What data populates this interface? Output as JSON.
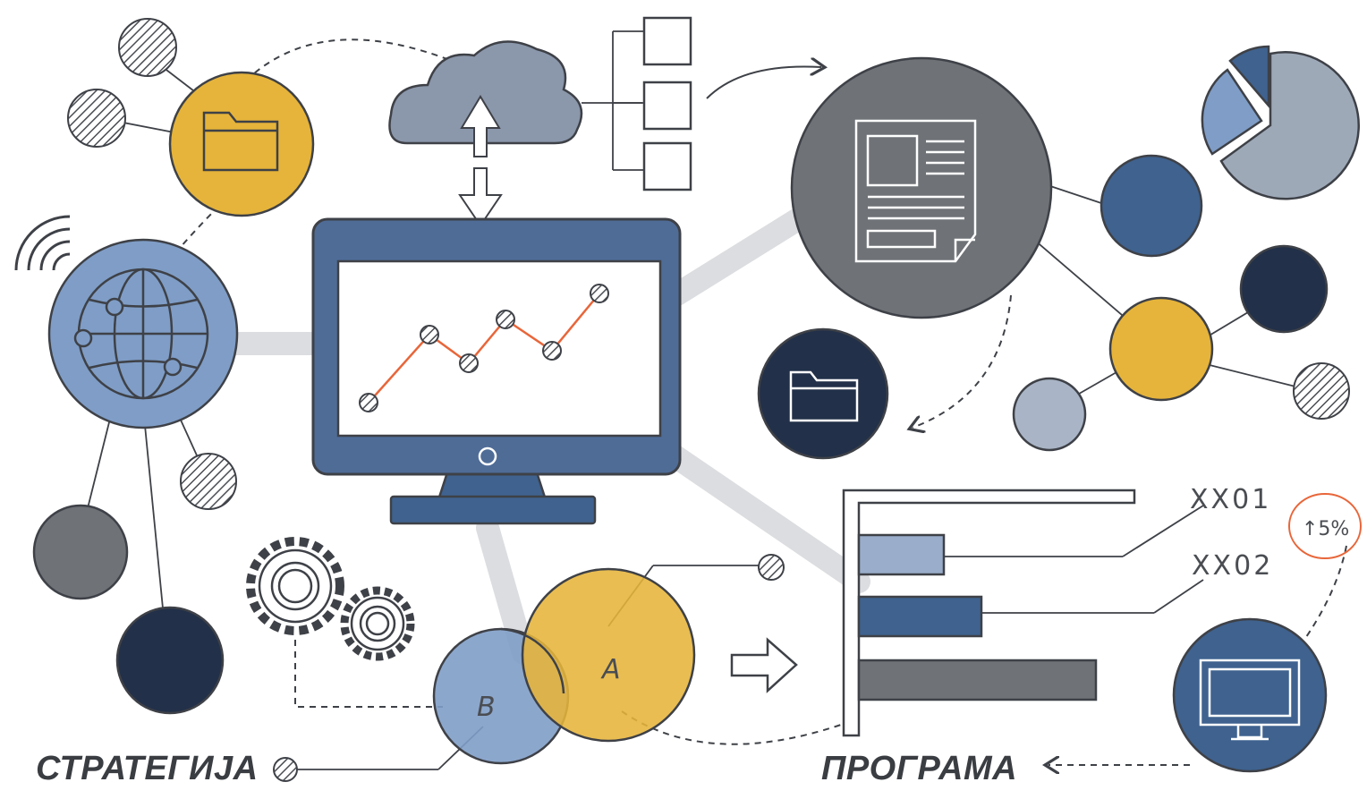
{
  "captions": {
    "left": "СТРАТЕГИЈА",
    "right": "ПРОГРАМА"
  },
  "bar_labels": {
    "first": "XX01",
    "second": "XX02"
  },
  "venn_labels": {
    "a": "A",
    "b": "B"
  },
  "badge_text": "↑5%",
  "colors": {
    "yellow": "#e6b43a",
    "light_blue": "#7f9dc6",
    "mid_blue": "#3f628f",
    "navy": "#223049",
    "gray": "#6f7277",
    "light_gray": "#dcdde0",
    "line_orange": "#e8663a",
    "outline": "#3e4147"
  },
  "icons": [
    "folder-icon",
    "cloud-icon",
    "upload-arrow-icon",
    "download-arrow-icon",
    "hierarchy-icon",
    "document-icon",
    "pie-chart-icon",
    "globe-icon",
    "wifi-icon",
    "monitor-icon",
    "line-chart-icon",
    "gears-icon",
    "venn-diagram-icon",
    "bar-chart-icon",
    "arrow-right-icon"
  ]
}
